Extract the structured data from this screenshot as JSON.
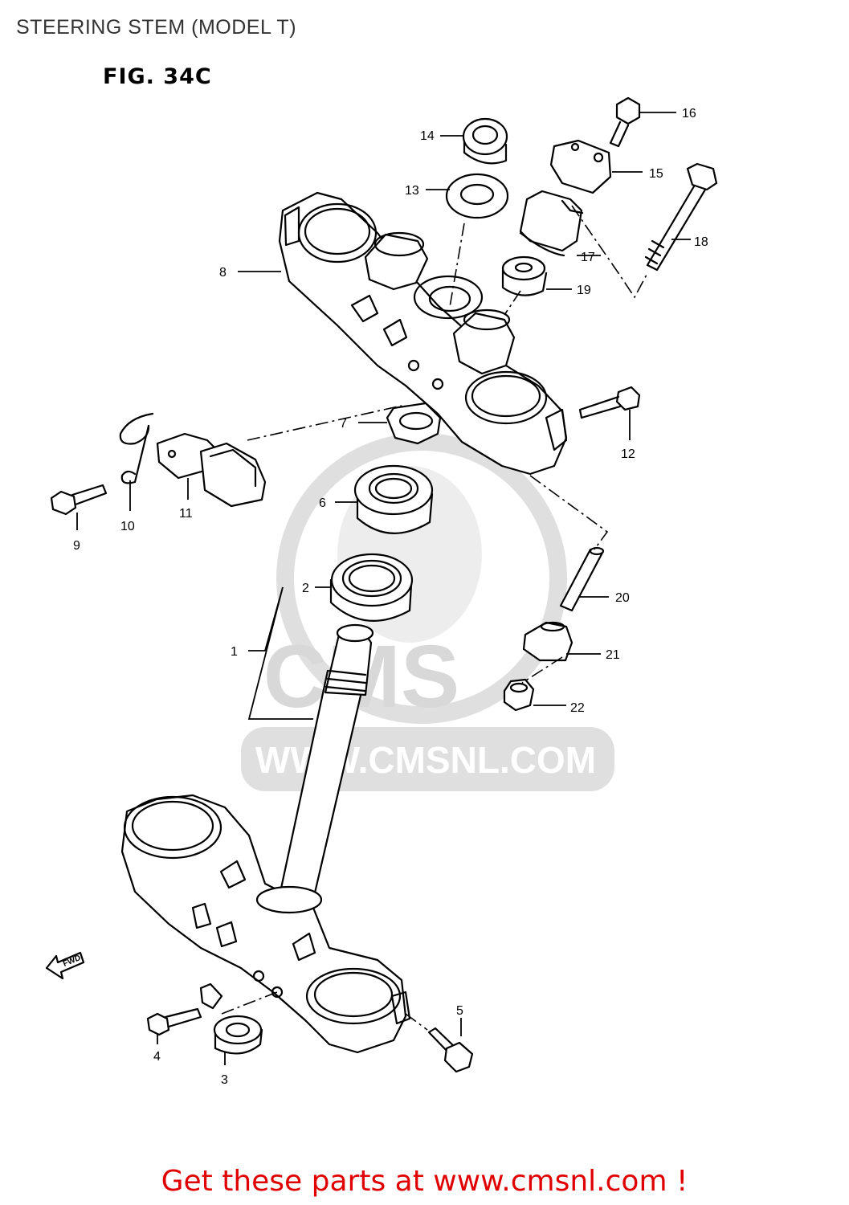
{
  "header": {
    "title": "STEERING STEM (MODEL T)",
    "figure": "FIG. 34C"
  },
  "callouts": [
    {
      "id": "1",
      "label": "1"
    },
    {
      "id": "2",
      "label": "2"
    },
    {
      "id": "3",
      "label": "3"
    },
    {
      "id": "4",
      "label": "4"
    },
    {
      "id": "5",
      "label": "5"
    },
    {
      "id": "6",
      "label": "6"
    },
    {
      "id": "7",
      "label": "7"
    },
    {
      "id": "8",
      "label": "8"
    },
    {
      "id": "9",
      "label": "9"
    },
    {
      "id": "10",
      "label": "10"
    },
    {
      "id": "11",
      "label": "11"
    },
    {
      "id": "12",
      "label": "12"
    },
    {
      "id": "13",
      "label": "13"
    },
    {
      "id": "14",
      "label": "14"
    },
    {
      "id": "15",
      "label": "15"
    },
    {
      "id": "16",
      "label": "16"
    },
    {
      "id": "17",
      "label": "17"
    },
    {
      "id": "18",
      "label": "18"
    },
    {
      "id": "19",
      "label": "19"
    },
    {
      "id": "20",
      "label": "20"
    },
    {
      "id": "21",
      "label": "21"
    },
    {
      "id": "22",
      "label": "22"
    }
  ],
  "fwd_marker": "FWD",
  "watermark": {
    "brand": "CMS",
    "url": "WWW.CMSNL.COM"
  },
  "footer": {
    "text": "Get these parts at www.cmsnl.com !"
  },
  "colors": {
    "line": "#000000",
    "footer": "#e00000",
    "watermark": "#d9d9d9"
  }
}
